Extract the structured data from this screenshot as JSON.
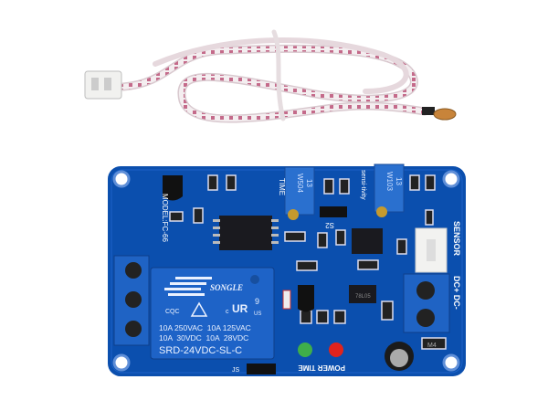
{
  "product": {
    "relay": {
      "brand": "SONGLE",
      "rating_line1": "10A 250VAC  10A 125VAC",
      "rating_line2": "10A  30VDC  10A  28VDC",
      "model": "SRD-24VDC-SL-C",
      "cert_mark": "9",
      "cert_us": "US",
      "cert_c": "c",
      "cqc": "CQC"
    },
    "board": {
      "model_label": "MODEL:FC-66",
      "time_label": "TIME",
      "sensitivity_label": "sensi-tivity",
      "pot1_label": "W504",
      "pot1_code": "13",
      "pot2_label": "W103",
      "pot2_code": "13",
      "jumper_label": "S2",
      "sensor_label": "SENSOR",
      "power_label": "DC+ DC-",
      "led_label": "POWER TIME",
      "js_label": "JS",
      "regulator": "78L05",
      "diode": "M4"
    },
    "colors": {
      "pcb": "#0b4fae",
      "terminal": "#1f63c4",
      "led_green": "#3fae49",
      "led_red": "#e0231c"
    }
  }
}
